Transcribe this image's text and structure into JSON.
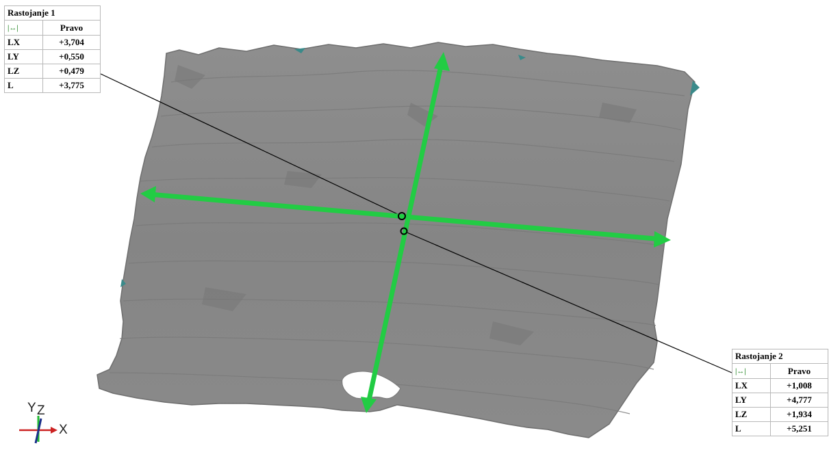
{
  "measurements": [
    {
      "title": "Rastojanje 1",
      "mode_icon": "|↔|",
      "mode_label": "Pravo",
      "rows": [
        {
          "key": "LX",
          "value": "+3,704"
        },
        {
          "key": "LY",
          "value": "+0,550"
        },
        {
          "key": "LZ",
          "value": "+0,479"
        },
        {
          "key": "L",
          "value": "+3,775"
        }
      ]
    },
    {
      "title": "Rastojanje 2",
      "mode_icon": "|↔|",
      "mode_label": "Pravo",
      "rows": [
        {
          "key": "LX",
          "value": "+1,008"
        },
        {
          "key": "LY",
          "value": "+4,777"
        },
        {
          "key": "LZ",
          "value": "+1,934"
        },
        {
          "key": "L",
          "value": "+5,251"
        }
      ]
    }
  ],
  "axis_triad": {
    "label_y": "Y",
    "label_z": "Z",
    "label_x": "X"
  },
  "colors": {
    "mesh": "#8c8c8c",
    "mesh_edge": "#6e6e6e",
    "arrow": "#22cc44",
    "leader": "#000000",
    "background": "#ffffff"
  }
}
